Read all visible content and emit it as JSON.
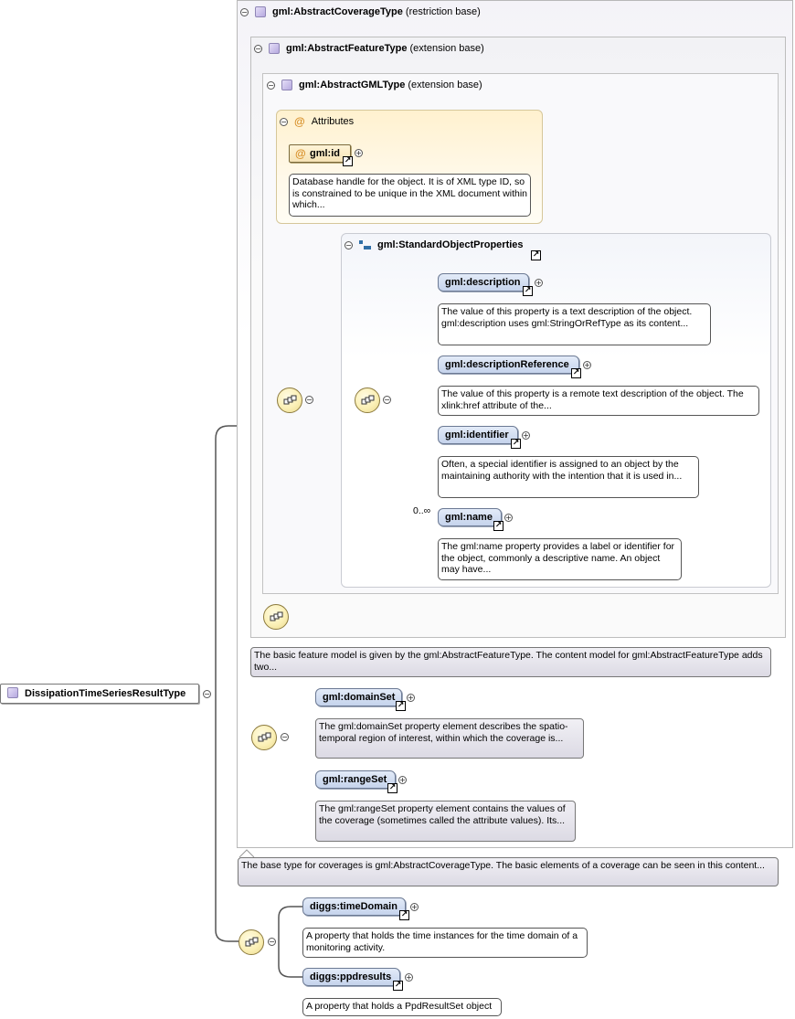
{
  "root": {
    "name": "DissipationTimeSeriesResultType"
  },
  "base_types": {
    "coverage": {
      "name": "gml:AbstractCoverageType",
      "relation": "(restriction base)"
    },
    "feature": {
      "name": "gml:AbstractFeatureType",
      "relation": "(extension base)"
    },
    "gml": {
      "name": "gml:AbstractGMLType",
      "relation": "(extension base)"
    }
  },
  "attributes": {
    "title": "Attributes",
    "items": [
      {
        "name": "gml:id",
        "doc": "Database handle for the object. It is of XML type ID, so is constrained to be unique in the XML document within which..."
      }
    ]
  },
  "group": {
    "name": "gml:StandardObjectProperties",
    "elements": [
      {
        "name": "gml:description",
        "doc": "The value of this property is a text description of the object. gml:description uses gml:StringOrRefType as its content..."
      },
      {
        "name": "gml:descriptionReference",
        "doc": "The value of this property is a remote text description of the object. The xlink:href attribute of the..."
      },
      {
        "name": "gml:identifier",
        "doc": "Often, a special identifier is assigned to an object by the maintaining authority with the intention that it is used in..."
      },
      {
        "name": "gml:name",
        "cardinality": "0..∞",
        "doc": "The gml:name property provides a label or identifier for the object, commonly a descriptive name. An object may have..."
      }
    ]
  },
  "feature_doc": "The basic feature model is given by the gml:AbstractFeatureType. The content model for gml:AbstractFeatureType adds two...",
  "coverage_elements": [
    {
      "name": "gml:domainSet",
      "doc": "The gml:domainSet property element describes the spatio-temporal region of interest, within which the coverage is..."
    },
    {
      "name": "gml:rangeSet",
      "doc": "The gml:rangeSet property element contains the values of the coverage (sometimes called the attribute values). Its..."
    }
  ],
  "coverage_doc": "The base type for coverages is gml:AbstractCoverageType. The basic elements of a coverage can be seen in this content...",
  "diggs_elements": [
    {
      "name": "diggs:timeDomain",
      "doc": "A property that holds the time instances for the time domain of a monitoring activity."
    },
    {
      "name": "diggs:ppdresults",
      "doc": "A property that holds a PpdResultSet object"
    }
  ],
  "symbols": {
    "collapse": "−",
    "expand": "+",
    "ref_arrow": "↗",
    "at": "@"
  },
  "icons": {
    "type": "type-icon",
    "attribute": "attribute-icon",
    "group": "group-icon",
    "sequence": "sequence-compositor-icon",
    "ref": "reference-arrow-icon"
  },
  "colors": {
    "element_fill": "#c5d3ec",
    "attribute_fill": "#fff1cf",
    "compositor_fill": "#fbf0b6",
    "type_icon": "#b6a9df",
    "group_icon": "#2f6ea6"
  }
}
